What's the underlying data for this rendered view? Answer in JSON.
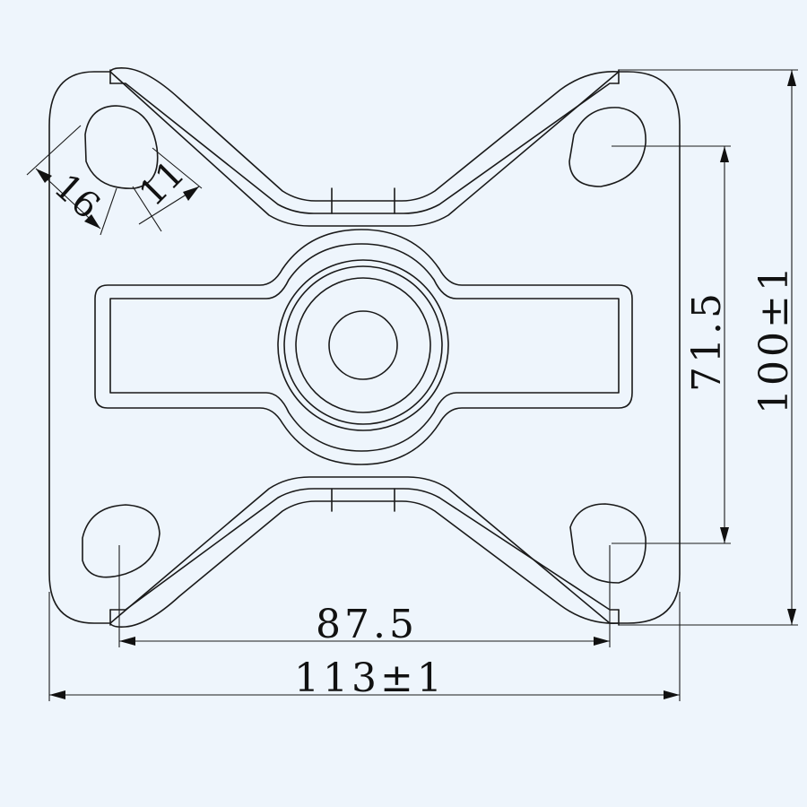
{
  "drawing": {
    "background_color": "#eef5fc",
    "line_color": "#1a1a1a"
  },
  "dimensions": {
    "slot_length": "16",
    "slot_width": "11",
    "vertical_hole_spacing": "71.5",
    "overall_height": "100±1",
    "horizontal_hole_spacing": "87.5",
    "overall_width": "113±1"
  }
}
